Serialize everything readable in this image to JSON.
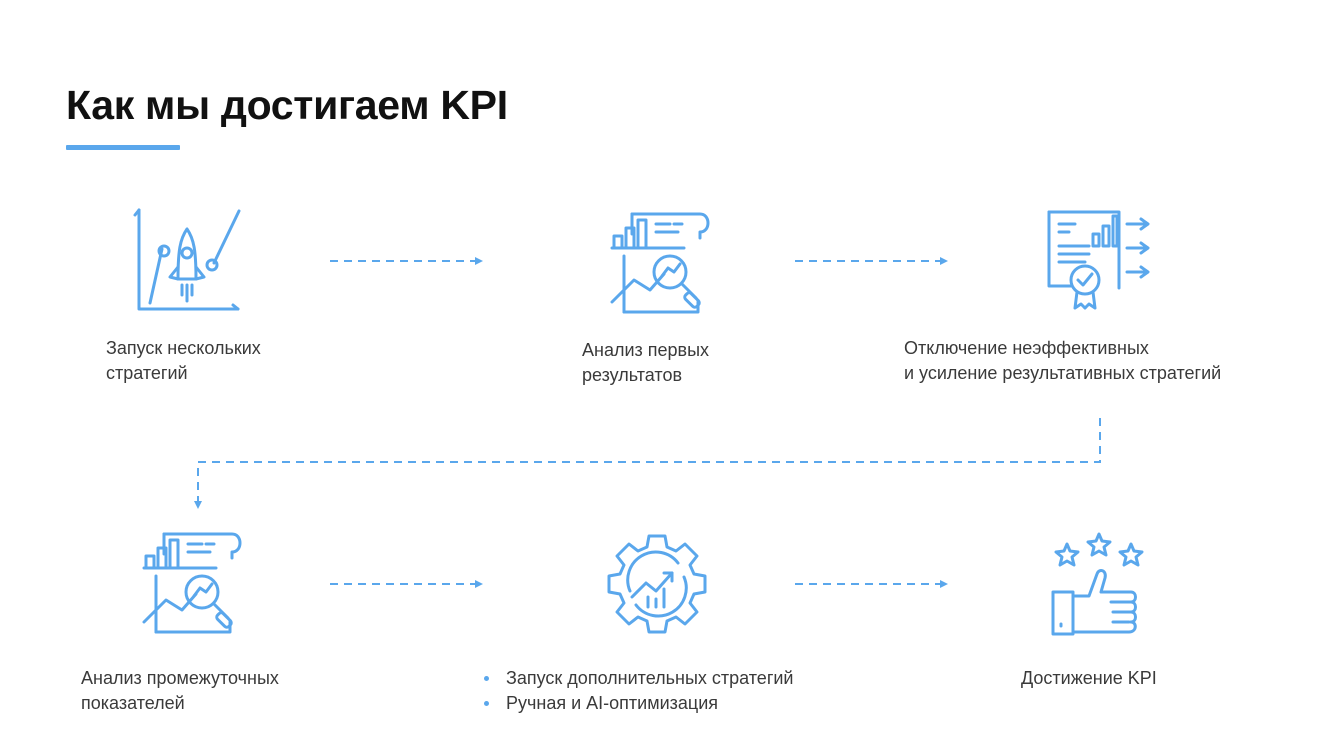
{
  "header": {
    "title": "Как мы достигаем KPI"
  },
  "colors": {
    "accent": "#5aa7ec",
    "text": "#3a3a3a",
    "title": "#111111"
  },
  "steps": [
    {
      "icon": "rocket-launch-chart-icon",
      "lines": [
        "Запуск нескольких",
        "стратегий"
      ]
    },
    {
      "icon": "analytics-magnifier-icon",
      "lines": [
        "Анализ первых",
        "результатов"
      ]
    },
    {
      "icon": "certified-report-icon",
      "lines": [
        "Отключение неэффективных",
        "и усиление результативных стратегий"
      ]
    },
    {
      "icon": "analytics-magnifier-icon",
      "lines": [
        "Анализ промежуточных",
        "показателей"
      ]
    },
    {
      "icon": "gear-growth-icon",
      "bullets": [
        "Запуск дополнительных стратегий",
        "Ручная и AI-оптимизация"
      ]
    },
    {
      "icon": "thumbs-up-stars-icon",
      "lines": [
        "Достижение KPI"
      ]
    }
  ]
}
